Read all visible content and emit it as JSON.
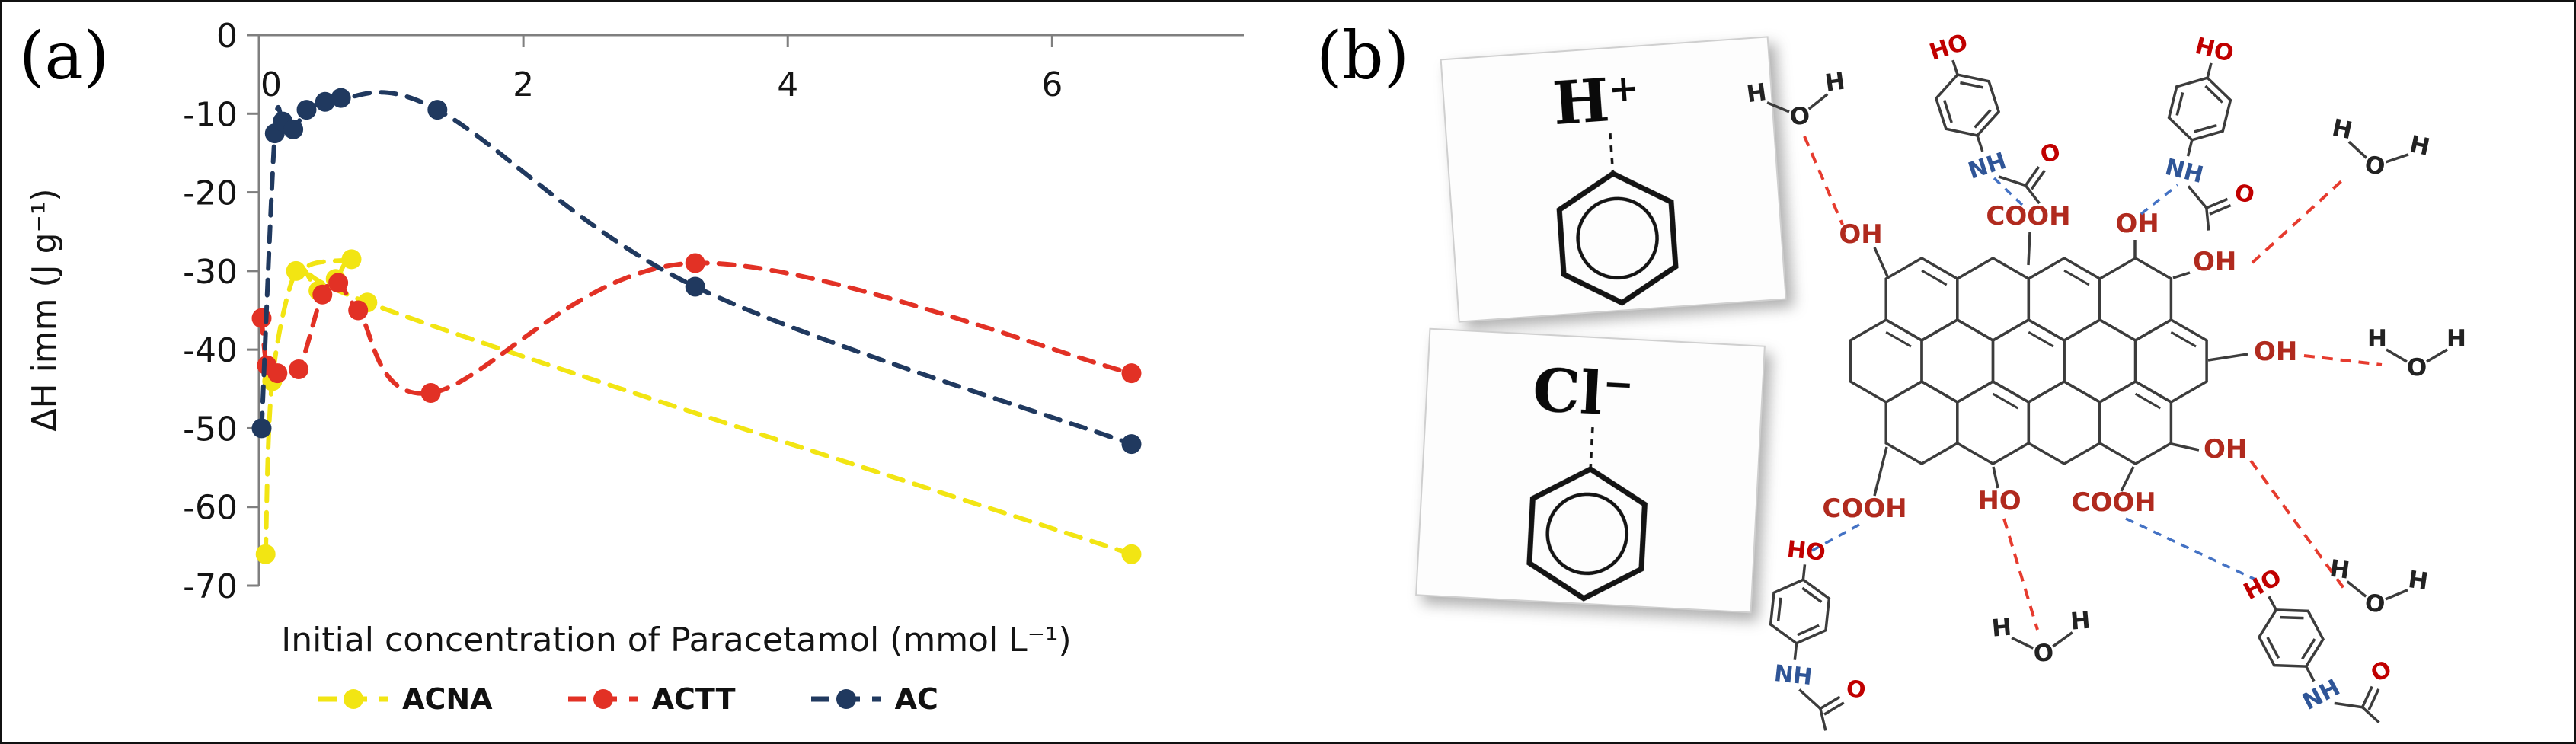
{
  "figure": {
    "background": "#ffffff",
    "border_color": "#111111"
  },
  "panel_a": {
    "label": "(a)",
    "x_axis": {
      "title": "Initial concentration of Paracetamol (mmol L⁻¹)"
    },
    "y_axis": {
      "title": "ΔH imm (J g⁻¹)"
    }
  },
  "chart_data": {
    "type": "line",
    "title": "",
    "xlabel": "Initial concentration of Paracetamol (mmol L⁻¹)",
    "ylabel": "ΔH imm (J g⁻¹)",
    "xlim": [
      0,
      7.45
    ],
    "ylim": [
      -70,
      0
    ],
    "xticks": [
      0,
      2,
      4,
      6
    ],
    "yticks": [
      0,
      -10,
      -20,
      -30,
      -40,
      -50,
      -60,
      -70
    ],
    "grid": false,
    "legend_position": "bottom",
    "line_style": "dashed",
    "marker": "circle",
    "series": [
      {
        "name": "ACNA",
        "color": "#f2e513",
        "points": [
          [
            0.05,
            -66
          ],
          [
            0.1,
            -44
          ],
          [
            0.28,
            -30
          ],
          [
            0.45,
            -32.5
          ],
          [
            0.58,
            -31
          ],
          [
            0.7,
            -28.5
          ],
          [
            0.82,
            -34
          ],
          [
            6.6,
            -66
          ]
        ]
      },
      {
        "name": "ACTT",
        "color": "#e23125",
        "points": [
          [
            0.02,
            -36
          ],
          [
            0.06,
            -42
          ],
          [
            0.14,
            -43
          ],
          [
            0.3,
            -42.5
          ],
          [
            0.48,
            -33
          ],
          [
            0.6,
            -31.5
          ],
          [
            0.75,
            -35
          ],
          [
            1.3,
            -45.5
          ],
          [
            3.3,
            -29
          ],
          [
            6.6,
            -43
          ]
        ]
      },
      {
        "name": "AC",
        "color": "#20395f",
        "points": [
          [
            0.02,
            -50
          ],
          [
            0.12,
            -12.5
          ],
          [
            0.18,
            -11
          ],
          [
            0.26,
            -12
          ],
          [
            0.36,
            -9.5
          ],
          [
            0.5,
            -8.5
          ],
          [
            0.62,
            -8
          ],
          [
            1.35,
            -9.5
          ],
          [
            3.3,
            -32
          ],
          [
            6.6,
            -52
          ]
        ]
      }
    ]
  },
  "panel_b": {
    "label": "(b)",
    "ion_h": {
      "symbol": "H",
      "charge": "+"
    },
    "ion_cl": {
      "symbol": "Cl",
      "charge": "−"
    },
    "water": {
      "o": "O",
      "h": "H"
    },
    "mol": {
      "ho": "HO",
      "nh": "NH",
      "o": "O"
    },
    "groups": {
      "oh_top_left": "OH",
      "cooh_top": "COOH",
      "oh_top_mid": "OH",
      "oh_top_right": "OH",
      "oh_right": "OH",
      "oh_bottom_right": "OH",
      "cooh_bottom_left": "COOH",
      "ho_bottom": "HO",
      "cooh_bottom": "COOH"
    }
  }
}
